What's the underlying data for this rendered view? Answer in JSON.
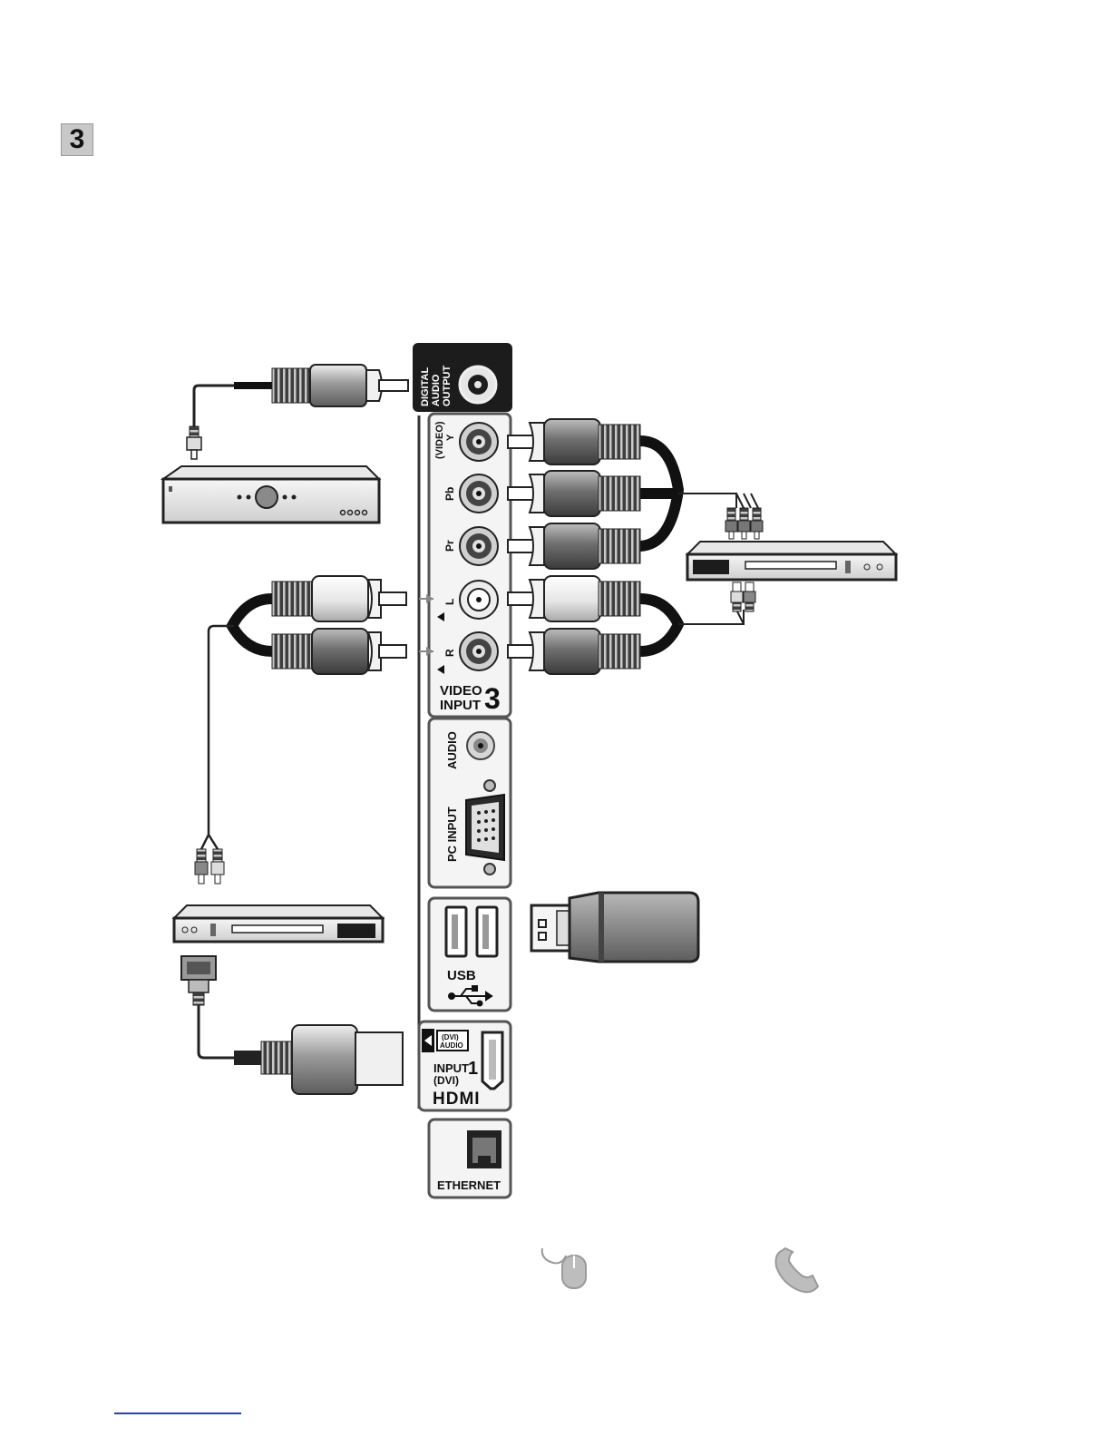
{
  "step": {
    "number": "3"
  },
  "panel": {
    "digital_audio_output": [
      "DIGITAL",
      "AUDIO",
      "OUTPUT"
    ],
    "component": {
      "video": "(VIDEO)",
      "y": "Y",
      "pb": "Pb",
      "pr": "Pr"
    },
    "audio_l": "L",
    "audio_r": "R",
    "video_input": {
      "line1": "VIDEO",
      "line2": "INPUT",
      "number": "3"
    },
    "pc_audio": "AUDIO",
    "pc_input": "PC INPUT",
    "usb": "USB",
    "hdmi": {
      "badge_top": "(DVI)",
      "badge_bottom": "AUDIO",
      "input": "INPUT",
      "number": "1",
      "dvi": "(DVI)",
      "logo": "HDMI"
    },
    "ethernet": "ETHERNET"
  },
  "icons": [
    "mouse-icon",
    "phone-icon",
    "usb-symbol-icon",
    "speaker-icon"
  ]
}
